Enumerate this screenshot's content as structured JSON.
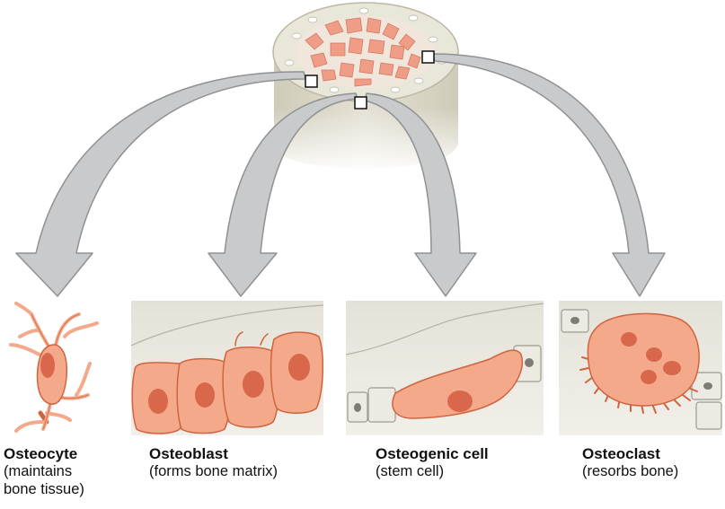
{
  "cells": [
    {
      "name": "Osteocyte",
      "desc_line1": "(maintains",
      "desc_line2": "bone tissue)"
    },
    {
      "name": "Osteoblast",
      "desc_line1": "(forms bone matrix)"
    },
    {
      "name": "Osteogenic cell",
      "desc_line1": "(stem cell)"
    },
    {
      "name": "Osteoclast",
      "desc_line1": "(resorbs bone)"
    }
  ],
  "colors": {
    "cell_fill": "#f3a98a",
    "cell_outline": "#d0643f",
    "nucleus": "#d9674b",
    "arrow_fill": "#c9cacb",
    "arrow_outline": "#8f9193",
    "bone_cylinder": "#d9d6c7",
    "spongy_bone": "#f0a08c",
    "matrix_bg": "#e8e6dc"
  }
}
